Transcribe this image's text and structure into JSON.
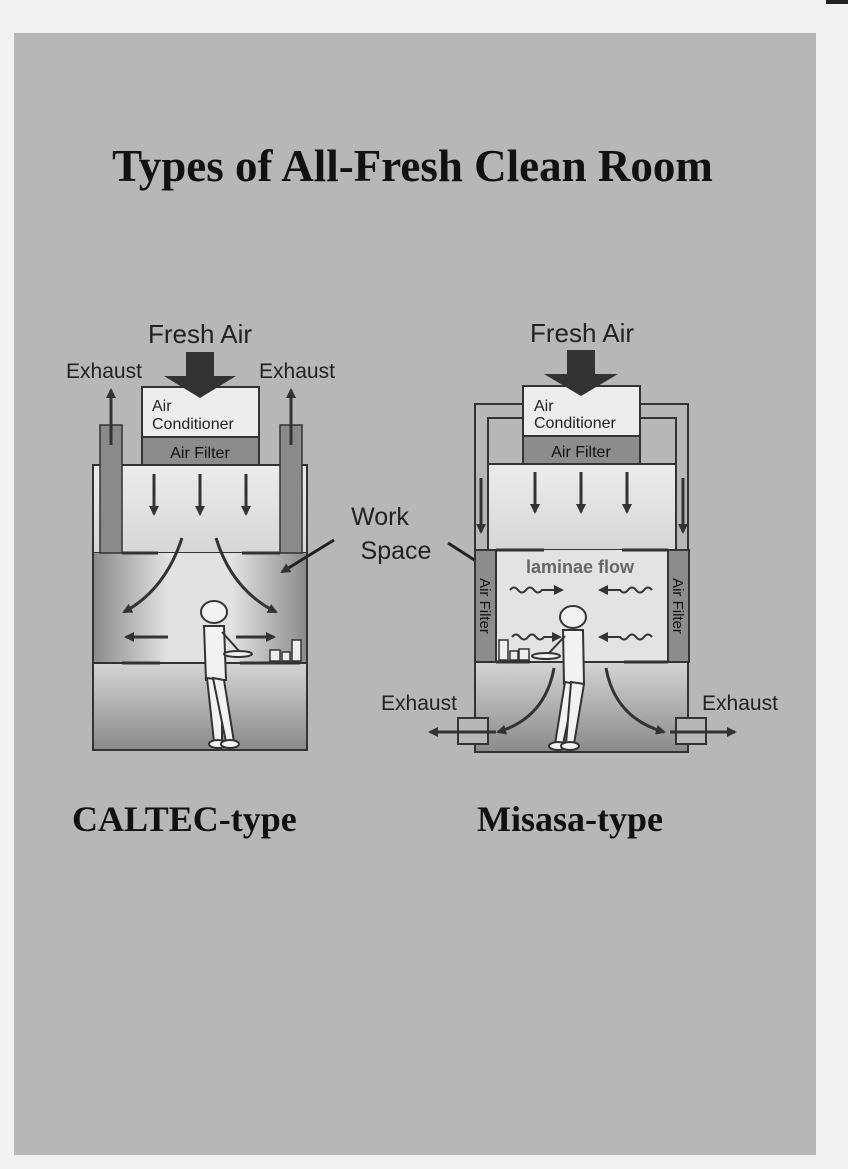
{
  "title": "Types of All-Fresh Clean Room",
  "caltec": {
    "caption": "CALTEC-type",
    "fresh_air": "Fresh Air",
    "exhaust_left": "Exhaust",
    "exhaust_right": "Exhaust",
    "ac_line1": "Air",
    "ac_line2": "Conditioner",
    "air_filter": "Air Filter"
  },
  "work_space": {
    "line1": "Work",
    "line2": "Space"
  },
  "misasa": {
    "caption": "Misasa-type",
    "fresh_air": "Fresh Air",
    "ac_line1": "Air",
    "ac_line2": "Conditioner",
    "air_filter": "Air Filter",
    "laminae_flow": "laminae flow",
    "side_filter_left": "Air Filter",
    "side_filter_right": "Air Filter",
    "exhaust_left": "Exhaust",
    "exhaust_right": "Exhaust"
  },
  "colors": {
    "page": "#f1f1f1",
    "sheet": "#b7b7b7",
    "room_fill": "#d9d9d9",
    "filter_fill": "#8c8c8c",
    "ink": "#333333"
  }
}
